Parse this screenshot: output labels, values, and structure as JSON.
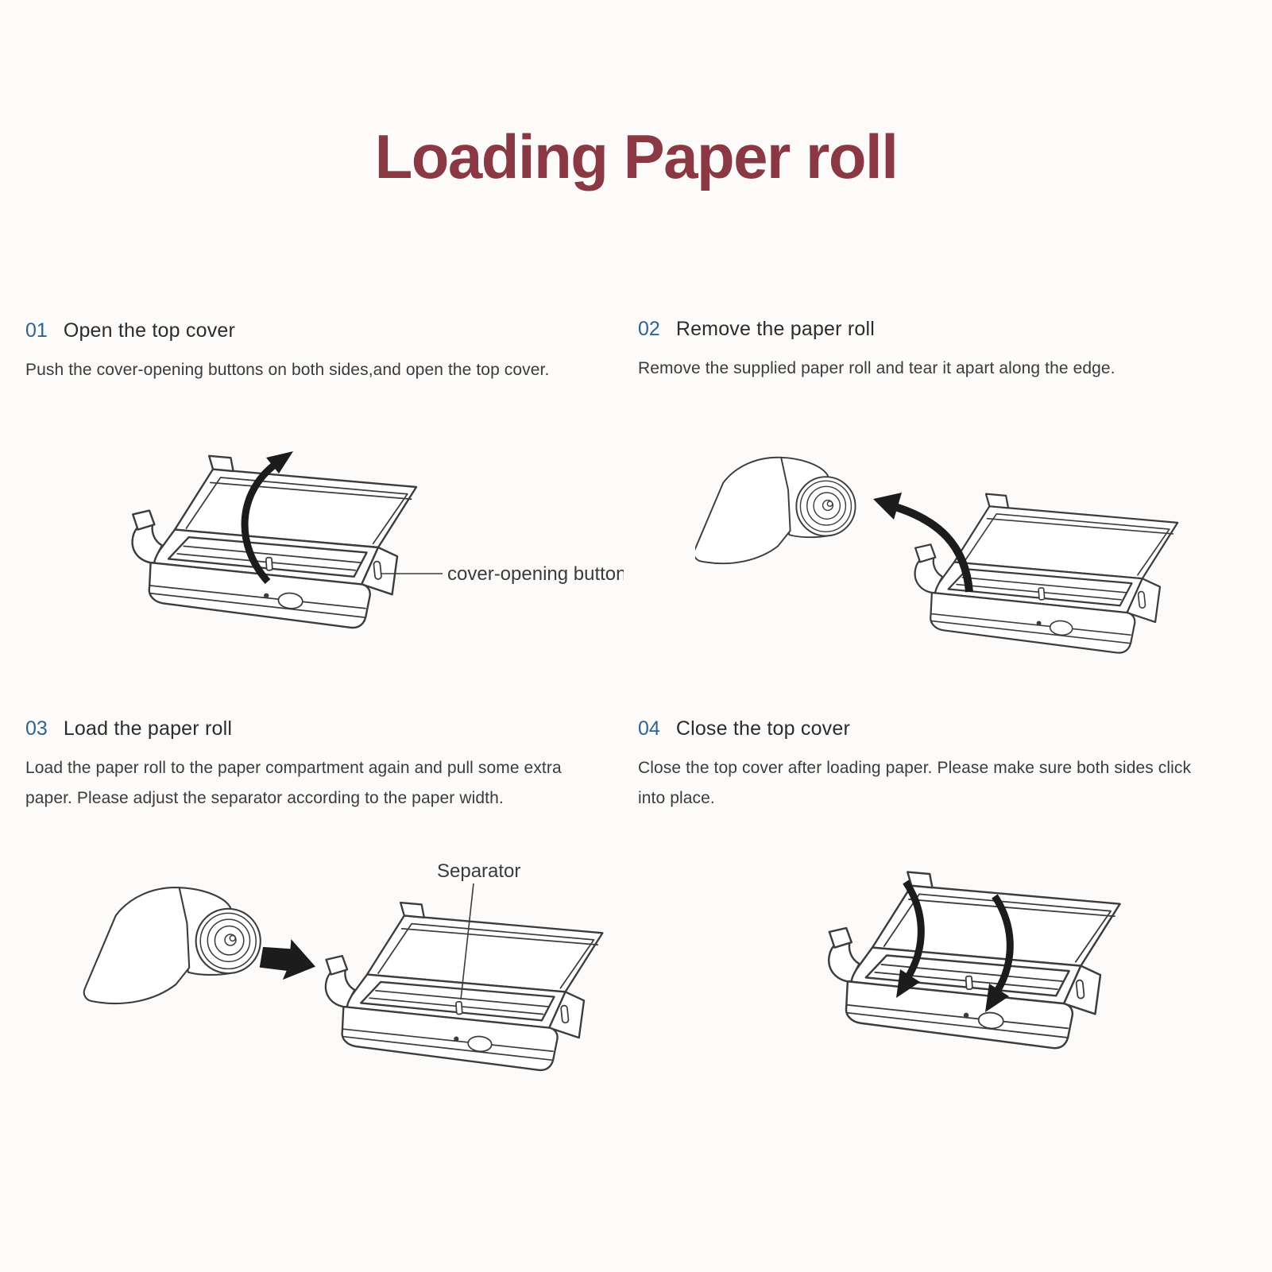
{
  "title": {
    "text": "Loading Paper roll",
    "color": "#8a3944"
  },
  "steps": [
    {
      "number": "01",
      "heading": "Open the top cover",
      "body": "Push the cover-opening buttons on both sides,and open the top cover."
    },
    {
      "number": "02",
      "heading": "Remove the paper roll",
      "body": "Remove the supplied paper roll and tear it apart along the edge."
    },
    {
      "number": "03",
      "heading": "Load the paper roll",
      "body": "Load the paper roll to the paper compartment again and pull some extra\npaper. Please adjust the separator according to the paper width."
    },
    {
      "number": "04",
      "heading": "Close the top cover",
      "body": "Close the top cover after loading paper. Please make sure both sides click\ninto place."
    }
  ],
  "labels": {
    "cover_opening_button": "cover-opening button",
    "separator": "Separator"
  },
  "illustrations": {
    "step1": {
      "items": [
        "open-printer",
        "lift-arrow"
      ],
      "callout": "cover-opening button"
    },
    "step2": {
      "items": [
        "paper-roll",
        "remove-arrow",
        "open-printer"
      ]
    },
    "step3": {
      "items": [
        "paper-roll",
        "insert-arrow",
        "open-printer"
      ],
      "callout": "Separator"
    },
    "step4": {
      "items": [
        "open-printer",
        "close-arrows"
      ]
    }
  },
  "colors": {
    "title": "#8a3944",
    "step_number": "#2e6493",
    "heading": "#2c2c2c",
    "body_text": "#3b3b3b",
    "line_art": "#3c3c3c",
    "arrow": "#1c1c1c",
    "background": "#fcfbf9"
  }
}
